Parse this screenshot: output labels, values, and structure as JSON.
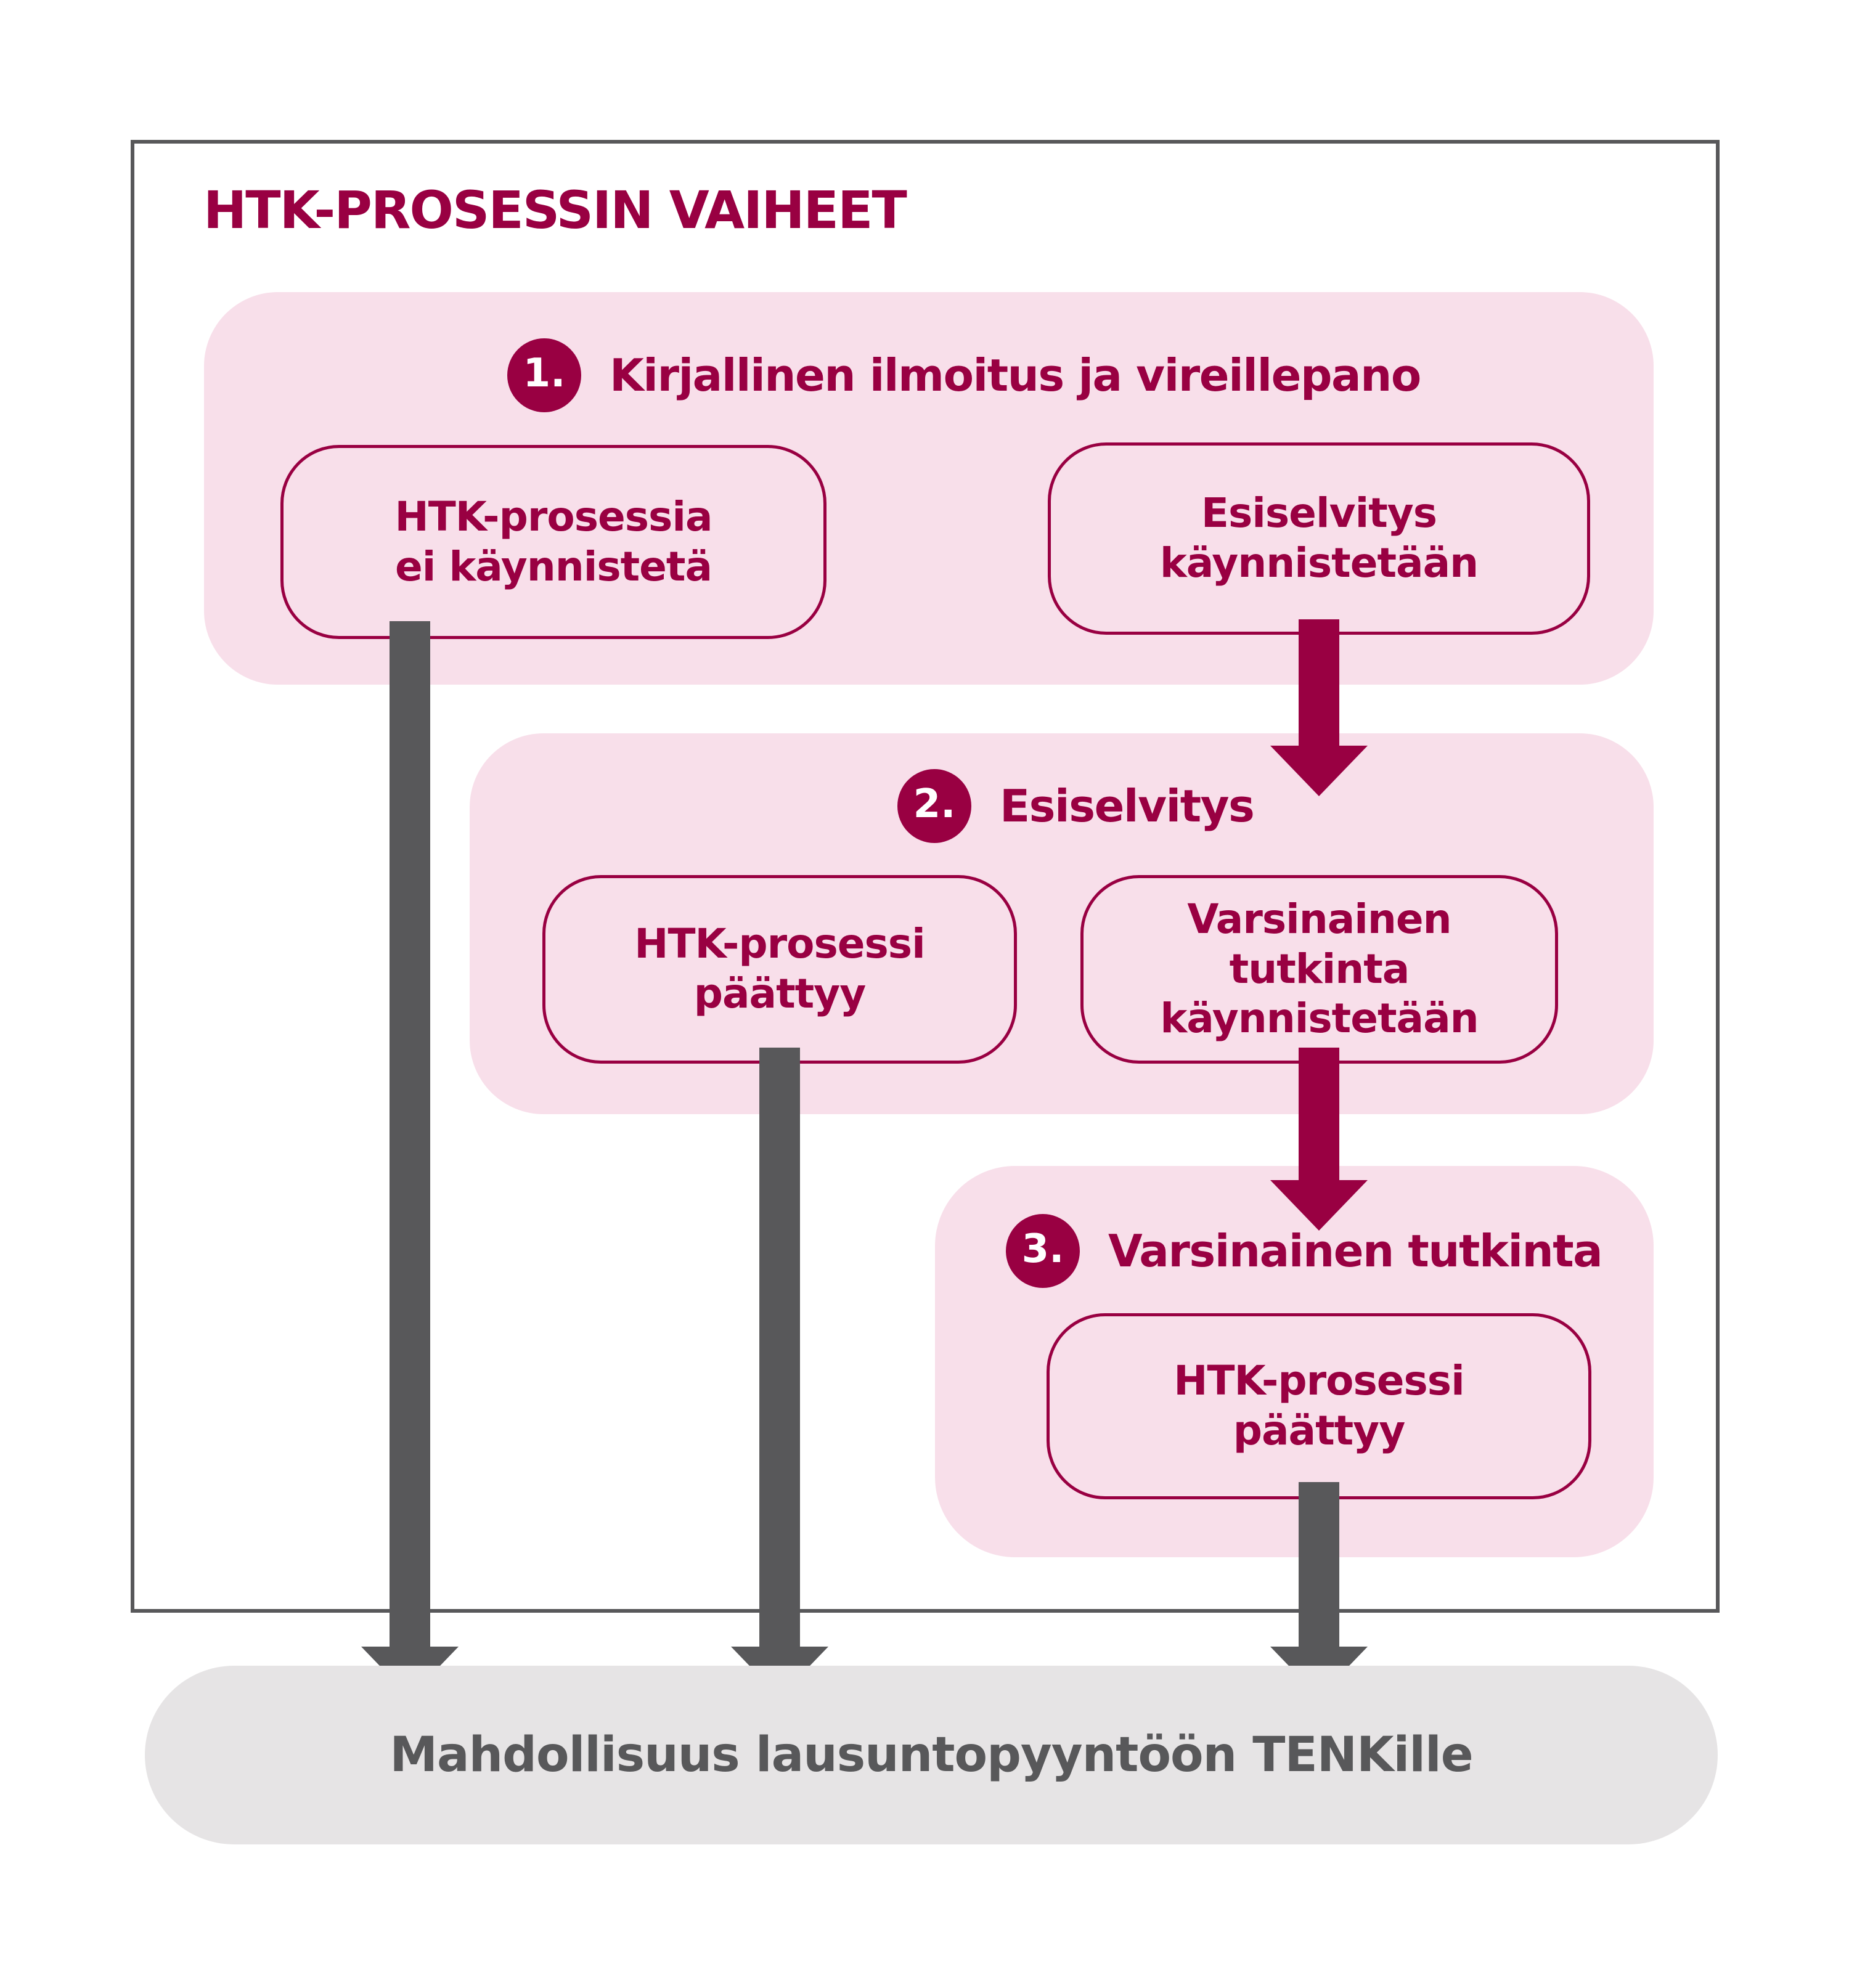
{
  "title": "HTK-PROSESSIN VAIHEET",
  "sections": [
    {
      "number": "1.",
      "label": "Kirjallinen ilmoitus ja vireillepano",
      "boxes": [
        {
          "lines": [
            "HTK-prosessia",
            "ei käynnistetä"
          ]
        },
        {
          "lines": [
            "Esiselvitys",
            "käynnistetään"
          ]
        }
      ]
    },
    {
      "number": "2.",
      "label": "Esiselvitys",
      "boxes": [
        {
          "lines": [
            "HTK-prosessi",
            "päättyy"
          ]
        },
        {
          "lines": [
            "Varsinainen",
            "tutkinta",
            "käynnistetään"
          ]
        }
      ]
    },
    {
      "number": "3.",
      "label": "Varsinainen tutkinta",
      "boxes": [
        {
          "lines": [
            "HTK-prosessi",
            "päättyy"
          ]
        }
      ]
    }
  ],
  "footer": {
    "label": "Mahdollisuus lausuntopyyntöön TENKille"
  },
  "colors": {
    "maroon": "#990042",
    "panel_pink": "#F8DFEA",
    "arrow_gray": "#58585A",
    "outcome_bar_gray": "#E6E4E5",
    "frame_border_gray": "#58585A"
  }
}
